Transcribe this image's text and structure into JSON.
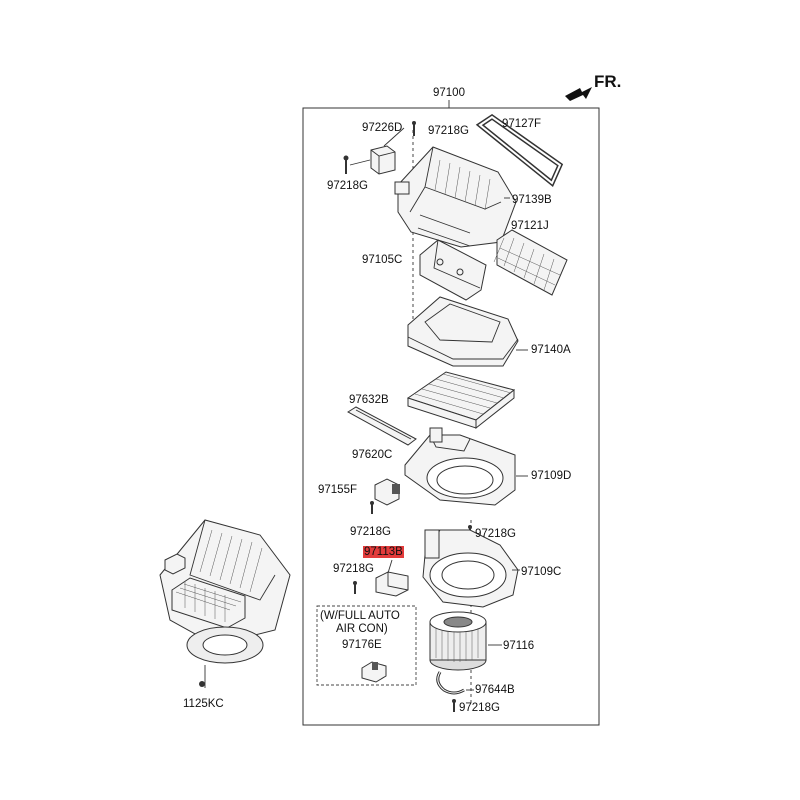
{
  "labels": {
    "fr": "FR.",
    "assy": "97100",
    "p97226D": "97226D",
    "p97218G_a": "97218G",
    "p97127F": "97127F",
    "p97218G_b": "97218G",
    "p97139B": "97139B",
    "p97121J": "97121J",
    "p97105C": "97105C",
    "p97140A": "97140A",
    "p97632B": "97632B",
    "p97620C": "97620C",
    "p97109D": "97109D",
    "p97155F": "97155F",
    "p97218G_c": "97218G",
    "p97218G_d": "97218G",
    "p97113B": "97113B",
    "p97218G_e": "97218G",
    "p97109C": "97109C",
    "note_line1": "(W/FULL AUTO",
    "note_line2": "AIR CON)",
    "p97176E": "97176E",
    "p97116": "97116",
    "p97644B": "97644B",
    "p97218G_f": "97218G",
    "p1125KC": "1125KC"
  },
  "highlight_color": "#e33b3b"
}
